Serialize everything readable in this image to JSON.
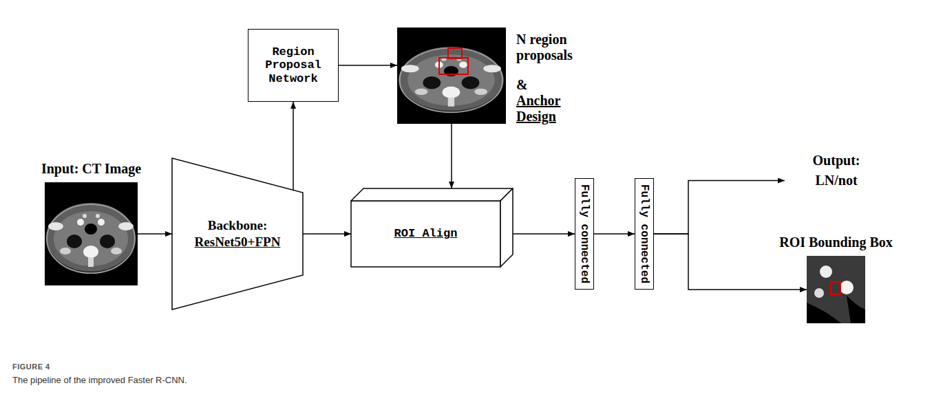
{
  "diagram": {
    "caption": "The pipeline of the improved Faster R-CNN.",
    "nodes": [
      {
        "text": [
          "Input: CT Image"
        ]
      },
      {
        "text": [
          "Backbone:",
          "ResNet50+FPN"
        ]
      },
      {
        "text": [
          "Region Proposal Network"
        ]
      },
      {
        "text": [
          "N region proposals",
          "&",
          "Anchor Design"
        ]
      },
      {
        "text": [
          "ROI Align"
        ]
      },
      {
        "text": [
          "Fully connected"
        ]
      },
      {
        "text": [
          "Fully connected"
        ]
      },
      {
        "text": [
          "Output:",
          "LN/not"
        ]
      },
      {
        "text": [
          "ROI Bounding Box"
        ]
      }
    ],
    "edges": [
      {
        "from": 0,
        "to": 1,
        "arrow": "to"
      },
      {
        "from": 1,
        "to": 2,
        "arrow": "to"
      },
      {
        "from": 2,
        "to": 3,
        "arrow": "to"
      },
      {
        "from": 3,
        "to": 4,
        "arrow": "to"
      },
      {
        "from": 1,
        "to": 4,
        "arrow": "to"
      },
      {
        "from": 4,
        "to": 5,
        "arrow": "to"
      },
      {
        "from": 5,
        "to": 6,
        "arrow": "to"
      },
      {
        "from": 6,
        "to": 7,
        "arrow": "to"
      },
      {
        "from": 6,
        "to": 8,
        "arrow": "to"
      }
    ],
    "labels": [
      "FIGURE 4"
    ]
  }
}
